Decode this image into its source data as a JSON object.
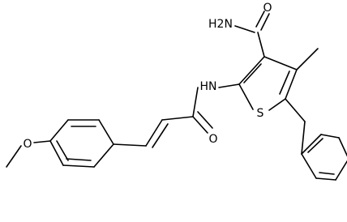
{
  "molecule": {
    "atoms": {
      "nh2": "H2N",
      "o_amide": "O",
      "nh": "HN",
      "s": "S",
      "o_acyl": "O",
      "o_methoxy": "O"
    }
  }
}
